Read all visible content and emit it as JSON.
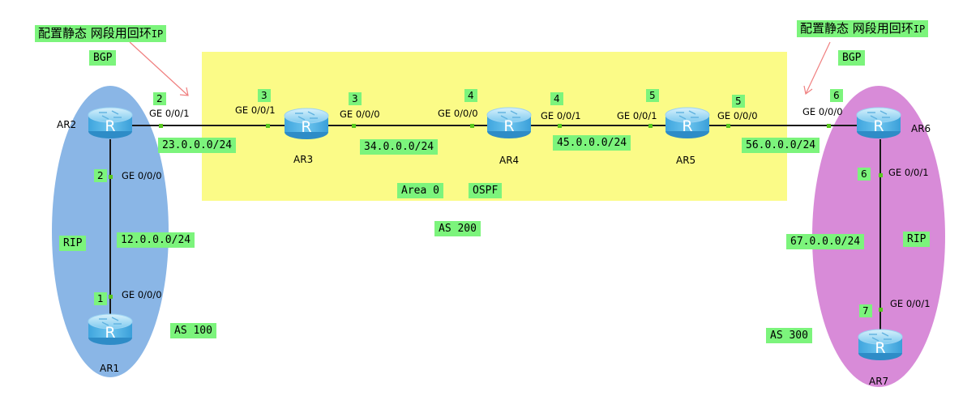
{
  "notes": {
    "left": {
      "main": "配置静态 网段用回环",
      "suffix": "IP"
    },
    "right": {
      "main": "配置静态 网段用回环",
      "suffix": "IP"
    }
  },
  "tags": {
    "bgp_left": "BGP",
    "bgp_right": "BGP",
    "rip_left": "RIP",
    "rip_right": "RIP",
    "area": "Area 0",
    "ospf": "OSPF",
    "as100": "AS 100",
    "as200": "AS 200",
    "as300": "AS 300"
  },
  "networks": {
    "n12": "12.0.0.0/24",
    "n23": "23.0.0.0/24",
    "n34": "34.0.0.0/24",
    "n45": "45.0.0.0/24",
    "n56": "56.0.0.0/24",
    "n67": "67.0.0.0/24"
  },
  "routers": {
    "ar1": "AR1",
    "ar2": "AR2",
    "ar3": "AR3",
    "ar4": "AR4",
    "ar5": "AR5",
    "ar6": "AR6",
    "ar7": "AR7"
  },
  "router_icon_letter": "R",
  "ports": {
    "ar2_ge001": "GE 0/0/1",
    "ar2_ge000": "GE 0/0/0",
    "ar1_ge000": "GE 0/0/0",
    "ar3_ge001": "GE 0/0/1",
    "ar3_ge000": "GE 0/0/0",
    "ar4_ge000": "GE 0/0/0",
    "ar4_ge001": "GE 0/0/1",
    "ar5_ge001": "GE 0/0/1",
    "ar5_ge000": "GE 0/0/0",
    "ar6_ge000": "GE 0/0/0",
    "ar6_ge001": "GE 0/0/1",
    "ar7_ge001": "GE 0/0/1"
  },
  "addr_ids": {
    "ar2_top": "2",
    "ar2_down": "2",
    "ar1": "1",
    "ar3_left": "3",
    "ar3_right": "3",
    "ar4_left": "4",
    "ar4_right": "4",
    "ar5_left": "5",
    "ar5_right": "5",
    "ar6_left": "6",
    "ar6_down": "6",
    "ar7": "7"
  },
  "colors": {
    "label_bg": "#7CF47C",
    "ospf_area": "#FBFB87",
    "as100_fill": "#8AB6E6",
    "as300_fill": "#D88BD8",
    "router_body": "#5DB7E8",
    "link": "#1A1A1A",
    "port_dot": "#58C81E",
    "annotation_arrow": "#F08080"
  }
}
